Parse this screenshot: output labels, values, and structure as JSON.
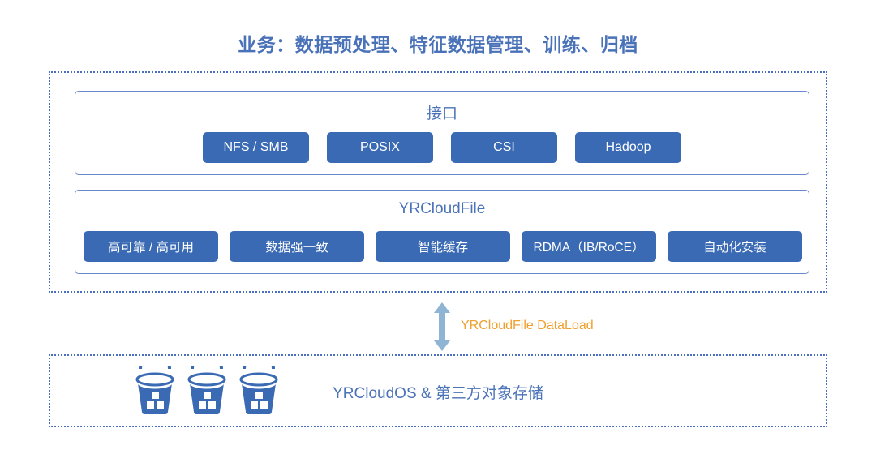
{
  "title": "业务：数据预处理、特征数据管理、训练、归档",
  "colors": {
    "title_blue": "#4a72b8",
    "pill_blue": "#3a6ab4",
    "dotted_border": "#4a6fc0",
    "panel_border": "#6a87cc",
    "arrow_blue": "#8fb4d4",
    "dataload_orange": "#f0a02e",
    "bucket_blue": "#3a6ab4"
  },
  "interface_panel": {
    "heading": "接口",
    "buttons": [
      {
        "label": "NFS / SMB"
      },
      {
        "label": "POSIX"
      },
      {
        "label": "CSI"
      },
      {
        "label": "Hadoop"
      }
    ]
  },
  "product_panel": {
    "heading": "YRCloudFile",
    "buttons": [
      {
        "label": "高可靠 / 高可用"
      },
      {
        "label": "数据强一致"
      },
      {
        "label": "智能缓存"
      },
      {
        "label": "RDMA（IB/RoCE）"
      },
      {
        "label": "自动化安装"
      }
    ]
  },
  "connector": {
    "icon": "double-headed-vertical-arrow-icon",
    "label": "YRCloudFile DataLoad"
  },
  "storage_layer": {
    "label": "YRCloudOS & 第三方对象存储",
    "icons": [
      {
        "name": "bucket-icon"
      },
      {
        "name": "bucket-icon"
      },
      {
        "name": "bucket-icon"
      }
    ]
  }
}
